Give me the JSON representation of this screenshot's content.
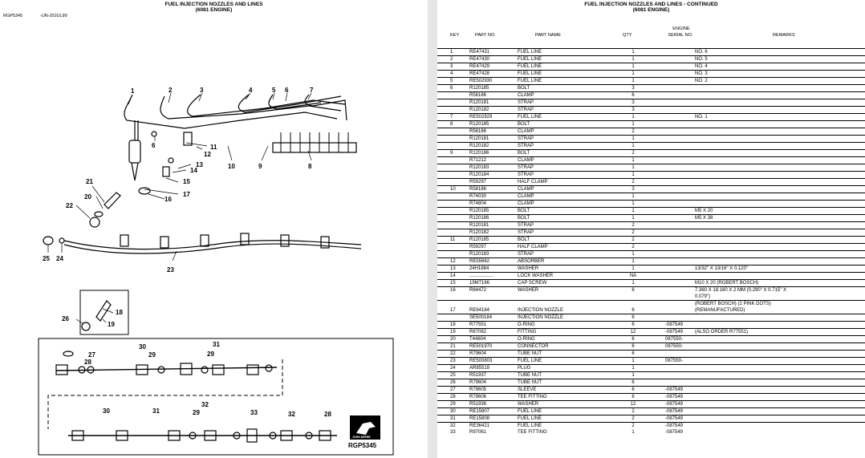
{
  "left": {
    "title": "FUEL INJECTION NOZZLES AND LINES",
    "subtitle": "(6081 ENGINE)",
    "figure_id": "RGP5345",
    "figure_date": "-UN-20JUL99",
    "footer_id": "RGP5345",
    "logo_text": "JOHN DEERE",
    "callouts": [
      "1",
      "2",
      "3",
      "4",
      "5",
      "6",
      "7",
      "6",
      "11",
      "12",
      "10",
      "9",
      "8",
      "13",
      "14",
      "15",
      "17",
      "16",
      "21",
      "20",
      "22",
      "25",
      "24",
      "23",
      "18",
      "19",
      "26",
      "27",
      "28",
      "30",
      "29",
      "31",
      "29",
      "30",
      "31",
      "32",
      "29",
      "33",
      "32",
      "28"
    ]
  },
  "right": {
    "title": "FUEL INJECTION NOZZLES AND LINES - CONTINUED",
    "subtitle": "(6081 ENGINE)",
    "headers": {
      "key": "KEY",
      "part": "PART NO.",
      "name": "PART NAME",
      "qty": "QTY",
      "serial_top": "ENGINE",
      "serial": "SERIAL NO.",
      "remarks": "REMARKS"
    },
    "rows": [
      {
        "key": "1",
        "part": "RE47431",
        "name": "FUEL LINE",
        "qty": "1",
        "serial": "",
        "remarks": "NO. 6",
        "sep": true
      },
      {
        "key": "2",
        "part": "RE47430",
        "name": "FUEL LINE",
        "qty": "1",
        "serial": "",
        "remarks": "NO. 5",
        "sep": true
      },
      {
        "key": "3",
        "part": "RE47429",
        "name": "FUEL LINE",
        "qty": "1",
        "serial": "",
        "remarks": "NO. 4",
        "sep": true
      },
      {
        "key": "4",
        "part": "RE47428",
        "name": "FUEL LINE",
        "qty": "1",
        "serial": "",
        "remarks": "NO. 3",
        "sep": true
      },
      {
        "key": "5",
        "part": "RE502930",
        "name": "FUEL LINE",
        "qty": "1",
        "serial": "",
        "remarks": "NO. 2",
        "sep": true
      },
      {
        "key": "6",
        "part": "R120185",
        "name": "BOLT",
        "qty": "3",
        "serial": "",
        "remarks": "",
        "sep": true
      },
      {
        "key": "",
        "part": "R58186",
        "name": "CLAMP",
        "qty": "6",
        "serial": "",
        "remarks": "",
        "sep": true
      },
      {
        "key": "",
        "part": "R120181",
        "name": "STRAP",
        "qty": "3",
        "serial": "",
        "remarks": "",
        "sep": true
      },
      {
        "key": "",
        "part": "R120182",
        "name": "STRAP",
        "qty": "3",
        "serial": "",
        "remarks": "",
        "sep": true
      },
      {
        "key": "7",
        "part": "RE502929",
        "name": "FUEL LINE",
        "qty": "1",
        "serial": "",
        "remarks": "NO. 1",
        "sep": true
      },
      {
        "key": "8",
        "part": "R120185",
        "name": "BOLT",
        "qty": "1",
        "serial": "",
        "remarks": "",
        "sep": true
      },
      {
        "key": "",
        "part": "R58186",
        "name": "CLAMP",
        "qty": "2",
        "serial": "",
        "remarks": "",
        "sep": true
      },
      {
        "key": "",
        "part": "R120181",
        "name": "STRAP",
        "qty": "1",
        "serial": "",
        "remarks": "",
        "sep": true
      },
      {
        "key": "",
        "part": "R120182",
        "name": "STRAP",
        "qty": "1",
        "serial": "",
        "remarks": "",
        "sep": true
      },
      {
        "key": "9",
        "part": "R120186",
        "name": "BOLT",
        "qty": "2",
        "serial": "",
        "remarks": "",
        "sep": true
      },
      {
        "key": "",
        "part": "R71212",
        "name": "CLAMP",
        "qty": "1",
        "serial": "",
        "remarks": "",
        "sep": true
      },
      {
        "key": "",
        "part": "R120183",
        "name": "STRAP",
        "qty": "1",
        "serial": "",
        "remarks": "",
        "sep": true
      },
      {
        "key": "",
        "part": "R120184",
        "name": "STRAP",
        "qty": "1",
        "serial": "",
        "remarks": "",
        "sep": true
      },
      {
        "key": "",
        "part": "R59297",
        "name": "HALF CLAMP",
        "qty": "2",
        "serial": "",
        "remarks": "",
        "sep": true
      },
      {
        "key": "10",
        "part": "R58186",
        "name": "CLAMP",
        "qty": "3",
        "serial": "",
        "remarks": "",
        "sep": true
      },
      {
        "key": "",
        "part": "R74030",
        "name": "CLAMP",
        "qty": "1",
        "serial": "",
        "remarks": "",
        "sep": true
      },
      {
        "key": "",
        "part": "R74804",
        "name": "CLAMP",
        "qty": "1",
        "serial": "",
        "remarks": "",
        "sep": true
      },
      {
        "key": "",
        "part": "R120185",
        "name": "BOLT",
        "qty": "1",
        "serial": "",
        "remarks": "M5 X 20",
        "sep": true
      },
      {
        "key": "",
        "part": "R120186",
        "name": "BOLT",
        "qty": "1",
        "serial": "",
        "remarks": "M5 X 38",
        "sep": true
      },
      {
        "key": "",
        "part": "R120181",
        "name": "STRAP",
        "qty": "2",
        "serial": "",
        "remarks": "",
        "sep": true
      },
      {
        "key": "",
        "part": "R120182",
        "name": "STRAP",
        "qty": "2",
        "serial": "",
        "remarks": "",
        "sep": true
      },
      {
        "key": "11",
        "part": "R120185",
        "name": "BOLT",
        "qty": "2",
        "serial": "",
        "remarks": "",
        "sep": true
      },
      {
        "key": "",
        "part": "R59297",
        "name": "HALF CLAMP",
        "qty": "2",
        "serial": "",
        "remarks": "",
        "sep": true
      },
      {
        "key": "",
        "part": "R120183",
        "name": "STRAP",
        "qty": "1",
        "serial": "",
        "remarks": "",
        "sep": true
      },
      {
        "key": "12",
        "part": "RE55662",
        "name": "ABSORBER",
        "qty": "1",
        "serial": "",
        "remarks": "",
        "sep": true
      },
      {
        "key": "13",
        "part": "24H1884",
        "name": "WASHER",
        "qty": "1",
        "serial": "",
        "remarks": "13/32\" X 13/16\" X 0.120\"",
        "sep": true
      },
      {
        "key": "14",
        "part": "..................",
        "name": "LOCK WASHER",
        "qty": "NA",
        "serial": "",
        "remarks": "",
        "sep": true
      },
      {
        "key": "15",
        "part": "19M7166",
        "name": "CAP SCREW",
        "qty": "1",
        "serial": "",
        "remarks": "M10 X 20 (ROBERT BOSCH)",
        "sep": true
      },
      {
        "key": "16",
        "part": "R84472",
        "name": "WASHER",
        "qty": "6",
        "serial": "",
        "remarks": "7.360 X 18.160 X 2 MM (0.290\" X 0.715\" X",
        "sep": true
      },
      {
        "key": "",
        "part": "",
        "name": "",
        "qty": "",
        "serial": "",
        "remarks": "0.079\")",
        "sep": false
      },
      {
        "key": "",
        "part": "",
        "name": "",
        "qty": "",
        "serial": "",
        "remarks": "(ROBERT BOSCH) (2 PINK DOTS)",
        "sep": true
      },
      {
        "key": "17",
        "part": "RE64184",
        "name": "INJECTION NOZZLE",
        "qty": "6",
        "serial": "",
        "remarks": "(REMANUFACTURED)",
        "sep": false
      },
      {
        "key": "",
        "part": "SE500184",
        "name": "INJECTION NOZZLE",
        "qty": "6",
        "serial": "",
        "remarks": "",
        "sep": true
      },
      {
        "key": "18",
        "part": "R77551",
        "name": "O-RING",
        "qty": "6",
        "serial": "-087549",
        "remarks": "",
        "sep": true
      },
      {
        "key": "19",
        "part": "R87082",
        "name": "FITTING",
        "qty": "12",
        "serial": "-087549",
        "remarks": "(ALSO ORDER R77551)",
        "sep": true
      },
      {
        "key": "20",
        "part": "T44604",
        "name": "O-RING",
        "qty": "6",
        "serial": "087550-",
        "remarks": "",
        "sep": true
      },
      {
        "key": "21",
        "part": "RE501970",
        "name": "CONNECTOR",
        "qty": "6",
        "serial": "087550-",
        "remarks": "",
        "sep": true
      },
      {
        "key": "22",
        "part": "R79604",
        "name": "TUBE NUT",
        "qty": "6",
        "serial": "",
        "remarks": "",
        "sep": true
      },
      {
        "key": "23",
        "part": "RE500803",
        "name": "FUEL LINE",
        "qty": "1",
        "serial": "087550-",
        "remarks": "",
        "sep": true
      },
      {
        "key": "24",
        "part": "AR85519",
        "name": "PLUG",
        "qty": "1",
        "serial": "",
        "remarks": "",
        "sep": true
      },
      {
        "key": "25",
        "part": "R51937",
        "name": "TUBE NUT",
        "qty": "1",
        "serial": "",
        "remarks": "",
        "sep": true
      },
      {
        "key": "26",
        "part": "R79604",
        "name": "TUBE NUT",
        "qty": "6",
        "serial": "",
        "remarks": "",
        "sep": true
      },
      {
        "key": "27",
        "part": "R79605",
        "name": "SLEEVE",
        "qty": "6",
        "serial": "-087549",
        "remarks": "",
        "sep": true
      },
      {
        "key": "28",
        "part": "R79606",
        "name": "TEE FITTING",
        "qty": "6",
        "serial": "-087549",
        "remarks": "",
        "sep": true
      },
      {
        "key": "29",
        "part": "R51936",
        "name": "WASHER",
        "qty": "12",
        "serial": "-087549",
        "remarks": "",
        "sep": true
      },
      {
        "key": "30",
        "part": "RE15807",
        "name": "FUEL LINE",
        "qty": "2",
        "serial": "-087549",
        "remarks": "",
        "sep": true
      },
      {
        "key": "31",
        "part": "RE15808",
        "name": "FUEL LINE",
        "qty": "2",
        "serial": "-087549",
        "remarks": "",
        "sep": true
      },
      {
        "key": "32",
        "part": "RE36421",
        "name": "FUEL LINE",
        "qty": "2",
        "serial": "-087549",
        "remarks": "",
        "sep": true
      },
      {
        "key": "33",
        "part": "R97061",
        "name": "TEE FITTING",
        "qty": "1",
        "serial": "-087549",
        "remarks": "",
        "sep": false
      }
    ]
  }
}
